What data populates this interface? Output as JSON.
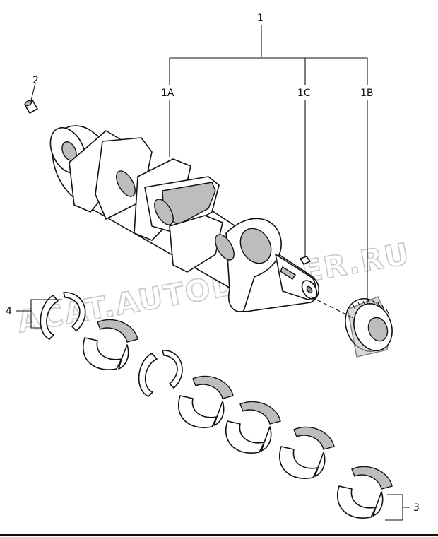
{
  "callouts": {
    "assembly": "1",
    "sub_a": "1A",
    "sub_c": "1C",
    "sub_b": "1B",
    "pin": "2",
    "main_bearings": "3",
    "thrust_washers": "4"
  },
  "watermark": "ACAT.AUTODEALER.RU",
  "colors": {
    "line": "#111111",
    "shade": "#bdbdbd",
    "watermark": "#c9c9c9"
  }
}
